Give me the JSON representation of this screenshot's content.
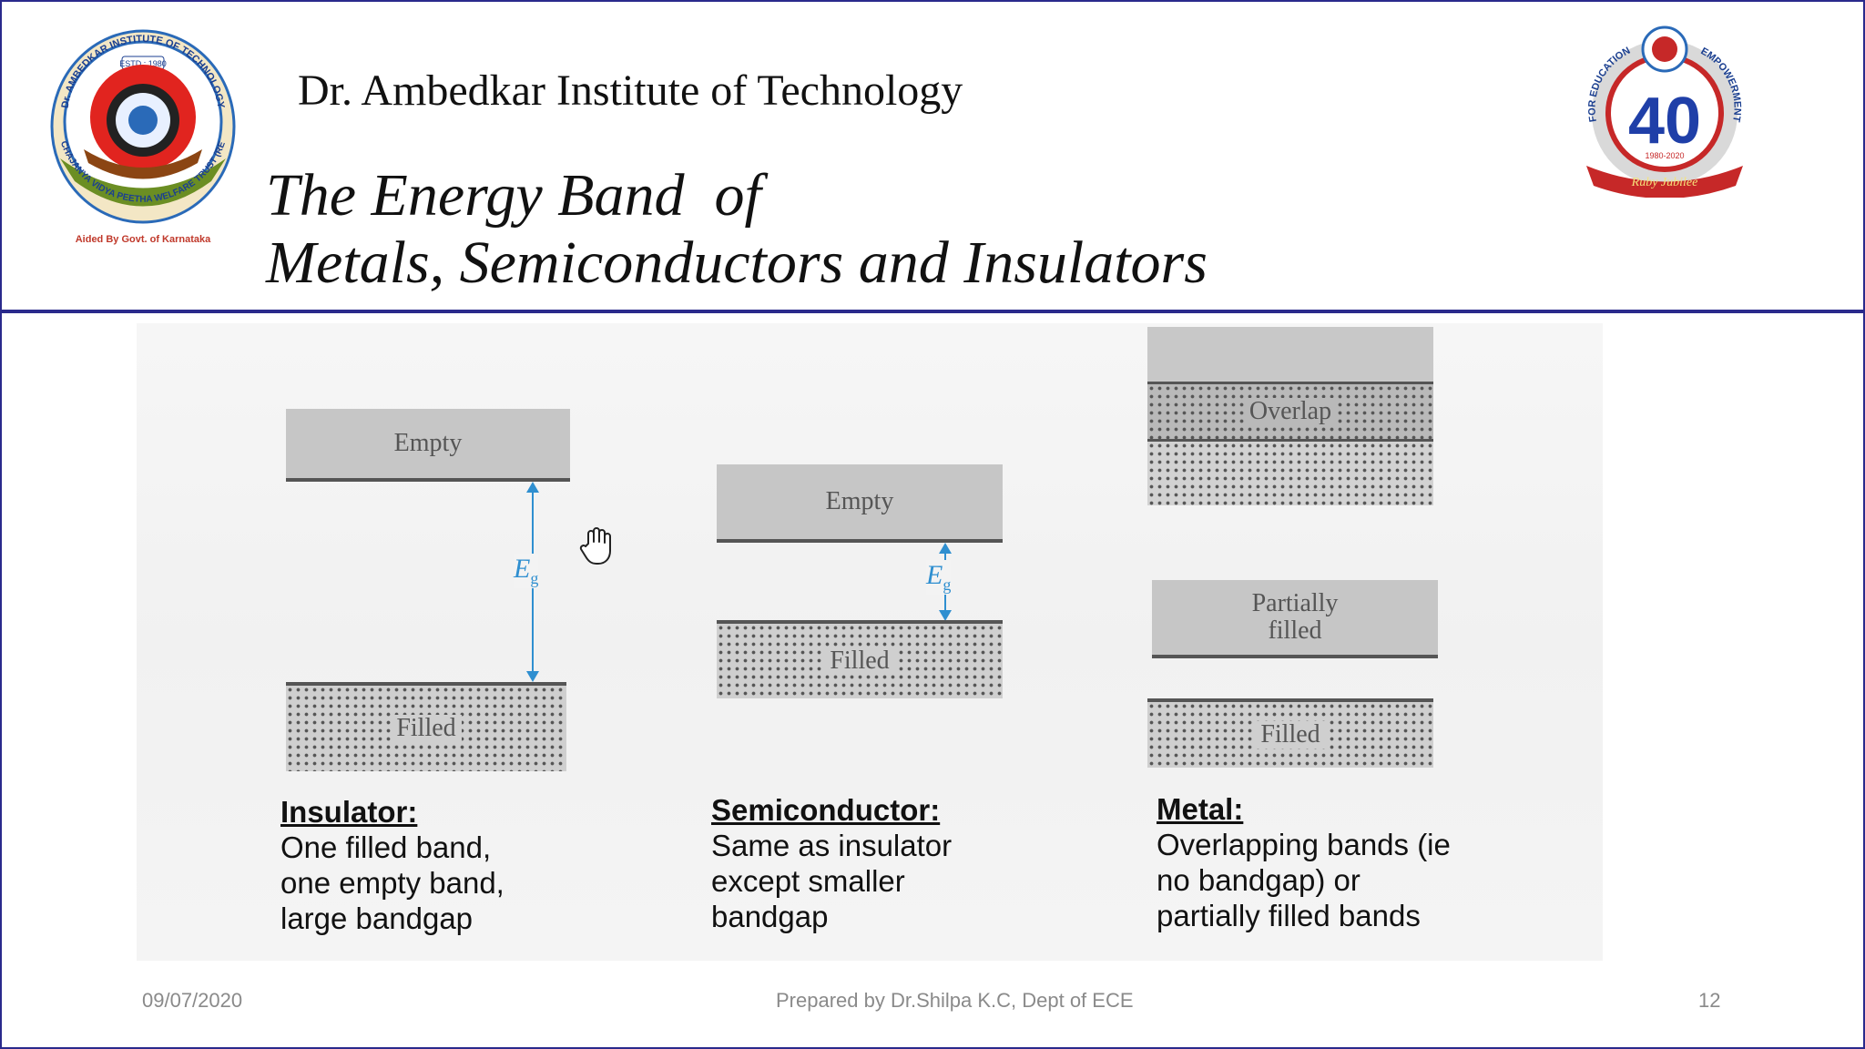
{
  "header": {
    "institute": "Dr. Ambedkar Institute of Technology",
    "title_line1": "The Energy Band  of",
    "title_line2": "Metals, Semiconductors and Insulators"
  },
  "logos": {
    "left": {
      "arc_top": "Dr. AMBEDKAR INSTITUTE OF TECHNOLOGY",
      "estd": "ESTD : 1980",
      "arc_bottom": "PANCHAJANYA VIDYA PEETHA WELFARE TRUST (REGD.)",
      "aided": "Aided By Govt. of Karnataka"
    },
    "right": {
      "number": "40",
      "years": "1980-2020",
      "arc_left": "FOR EDUCATION",
      "arc_right": "EMPOWERMENT",
      "ribbon": "Ruby Jubilee"
    }
  },
  "figure": {
    "insulator": {
      "empty": "Empty",
      "filled": "Filled",
      "gap_label": "E",
      "gap_sub": "g"
    },
    "semiconductor": {
      "empty": "Empty",
      "filled": "Filled",
      "gap_label": "E",
      "gap_sub": "g"
    },
    "metal": {
      "overlap": "Overlap",
      "partial_line1": "Partially",
      "partial_line2": "filled",
      "filled": "Filled"
    }
  },
  "captions": {
    "insulator": {
      "heading": "Insulator:",
      "line1": "One filled band,",
      "line2": "one empty band,",
      "line3": "large bandgap"
    },
    "semiconductor": {
      "heading": "Semiconductor:",
      "line1": "Same as insulator",
      "line2": "except smaller",
      "line3": "bandgap"
    },
    "metal": {
      "heading": "Metal:",
      "line1": "Overlapping bands (ie",
      "line2": "no bandgap) or",
      "line3": "partially filled bands"
    }
  },
  "footer": {
    "date": "09/07/2020",
    "prepared_by": "Prepared by Dr.Shilpa K.C, Dept of ECE",
    "page_number": "12"
  },
  "colors": {
    "frame": "#2a2a8c",
    "arrow": "#2f8fd0"
  }
}
